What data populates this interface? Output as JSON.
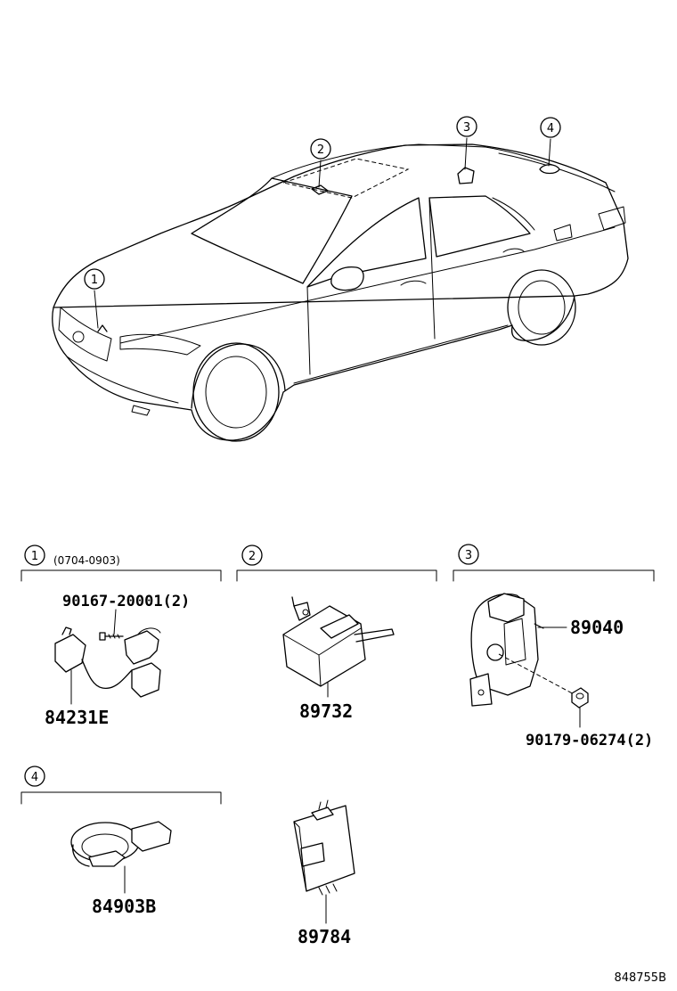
{
  "diagram_id": "848755B",
  "car_callouts": [
    "1",
    "2",
    "3",
    "4"
  ],
  "sections": [
    {
      "number": "1",
      "range": "(0704-0903)",
      "parts": [
        "90167-20001(2)",
        "84231E"
      ]
    },
    {
      "number": "2",
      "parts": [
        "89732"
      ]
    },
    {
      "number": "3",
      "parts": [
        "89040",
        "90179-06274(2)"
      ]
    },
    {
      "number": "4",
      "parts": [
        "84903B"
      ]
    }
  ],
  "standalone_parts": [
    "89784"
  ]
}
